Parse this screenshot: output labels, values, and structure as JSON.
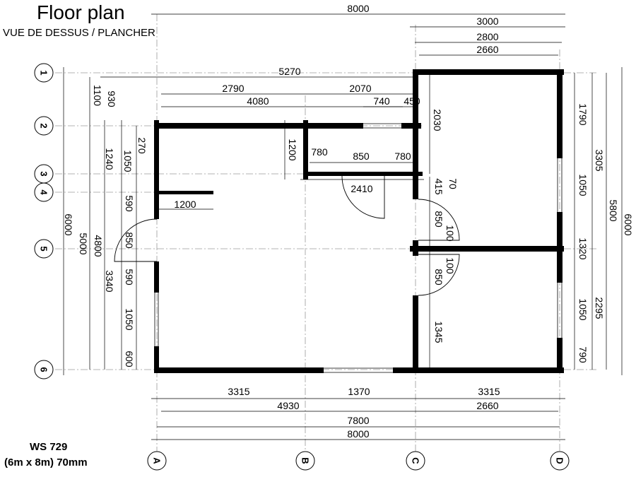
{
  "header": {
    "title": "Floor plan",
    "subtitle": "VUE DE DESSUS / PLANCHER"
  },
  "footer": {
    "model": "WS 729",
    "size": "(6m x 8m) 70mm"
  },
  "grid": {
    "rows": [
      "1",
      "2",
      "3",
      "4",
      "5",
      "6"
    ],
    "columns": [
      "A",
      "B",
      "C",
      "D"
    ]
  },
  "dimensions": {
    "top": [
      "8000",
      "3000",
      "2800",
      "2660",
      "5270",
      "2790",
      "2070",
      "4080",
      "740",
      "450"
    ],
    "bottom": [
      "3315",
      "1370",
      "3315",
      "4930",
      "2660",
      "7800",
      "8000"
    ],
    "left": [
      "1100",
      "930",
      "270",
      "1240",
      "1050",
      "590",
      "6000",
      "5000",
      "4800",
      "850",
      "3340",
      "590",
      "1050",
      "600"
    ],
    "right": [
      "1790",
      "3305",
      "1050",
      "5800",
      "6000",
      "1320",
      "2295",
      "1050",
      "790"
    ],
    "interior": [
      "2030",
      "1200",
      "780",
      "850",
      "780",
      "2410",
      "70",
      "415",
      "850",
      "100",
      "100",
      "850",
      "1345",
      "1200"
    ]
  }
}
